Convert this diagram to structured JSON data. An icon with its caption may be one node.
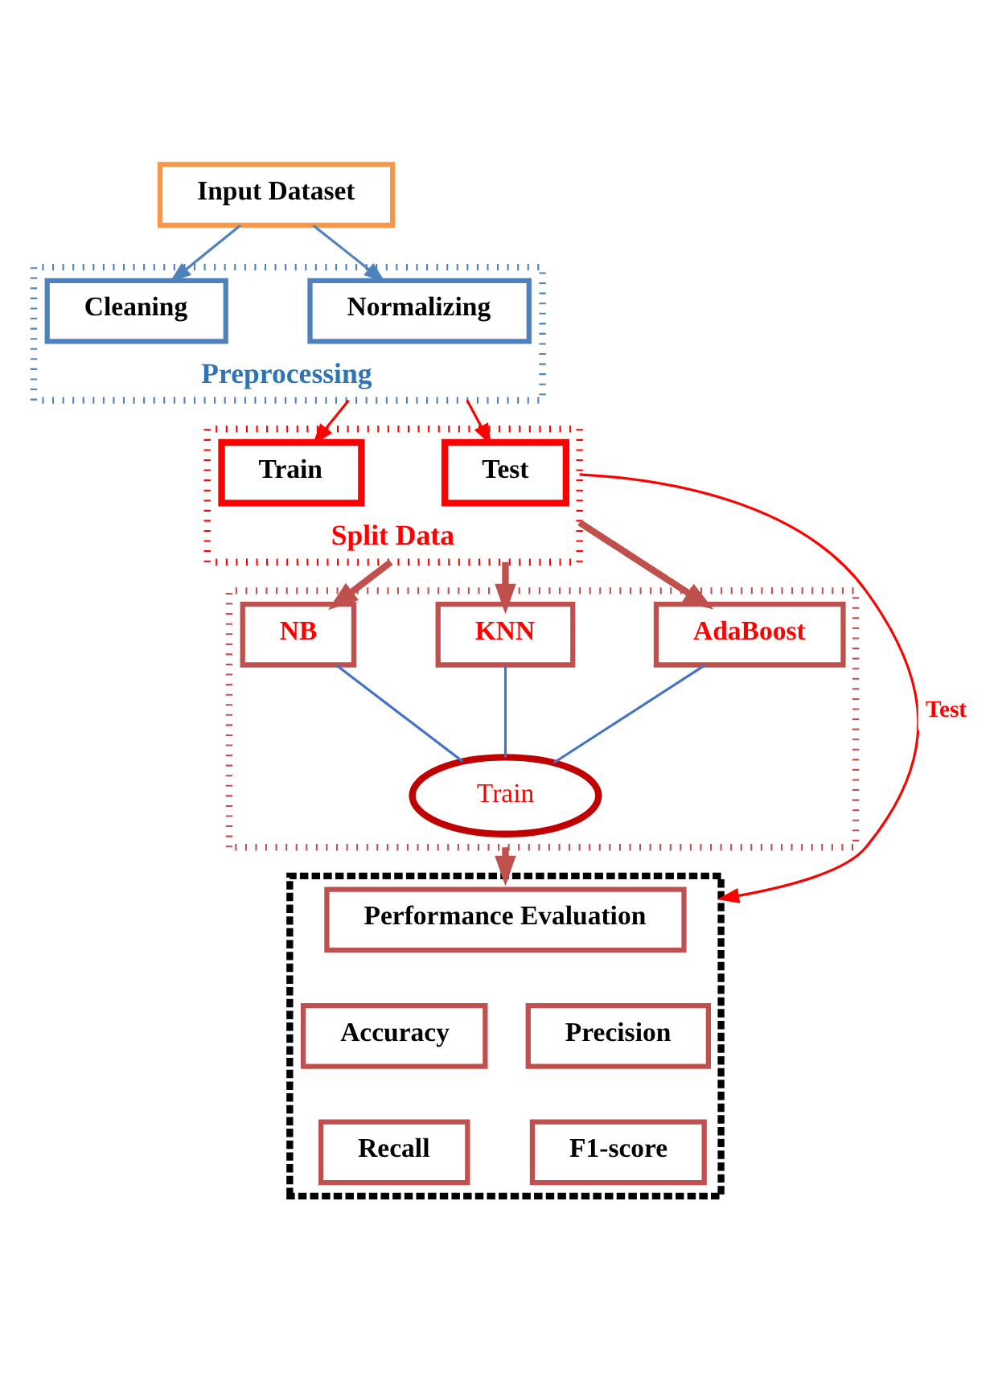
{
  "diagram": {
    "nodes": [
      {
        "text": [
          "Input Dataset"
        ]
      },
      {
        "text": [
          "Preprocessing"
        ]
      },
      {
        "text": [
          "Cleaning"
        ],
        "in": 1
      },
      {
        "text": [
          "Normalizing"
        ],
        "in": 1
      },
      {
        "text": [
          "Split Data"
        ]
      },
      {
        "text": [
          "Train"
        ],
        "in": 4
      },
      {
        "text": [
          "Test"
        ],
        "in": 4
      },
      {
        "text": [],
        "shape": "box"
      },
      {
        "text": [
          "NB"
        ],
        "in": 7
      },
      {
        "text": [
          "KNN"
        ],
        "in": 7
      },
      {
        "text": [
          "AdaBoost"
        ],
        "in": 7
      },
      {
        "text": [
          "Train"
        ],
        "in": 7
      },
      {
        "text": [],
        "shape": "box"
      },
      {
        "text": [
          "Performance Evaluation"
        ],
        "in": 12
      },
      {
        "text": [
          "Accuracy"
        ],
        "in": 12
      },
      {
        "text": [
          "Precision"
        ],
        "in": 12
      },
      {
        "text": [
          "Recall"
        ],
        "in": 12
      },
      {
        "text": [
          "F1-score"
        ],
        "in": 12
      }
    ],
    "edges": [
      {
        "from": 0,
        "to": 2,
        "arrow": "to",
        "color": "#4f81bd"
      },
      {
        "from": 0,
        "to": 3,
        "arrow": "to",
        "color": "#4f81bd"
      },
      {
        "from": 1,
        "to": 5,
        "arrow": "to",
        "color": "#ff0000"
      },
      {
        "from": 1,
        "to": 6,
        "arrow": "to",
        "color": "#ff0000"
      },
      {
        "from": 4,
        "to": 8,
        "arrow": "to",
        "color": "#c0504d",
        "style": "thick"
      },
      {
        "from": 4,
        "to": 9,
        "arrow": "to",
        "color": "#c0504d",
        "style": "thick"
      },
      {
        "from": 4,
        "to": 10,
        "arrow": "to",
        "color": "#c0504d",
        "style": "thick"
      },
      {
        "from": 8,
        "to": 11,
        "arrow": "none",
        "color": "#4472c4"
      },
      {
        "from": 9,
        "to": 11,
        "arrow": "none",
        "color": "#4472c4"
      },
      {
        "from": 10,
        "to": 11,
        "arrow": "none",
        "color": "#4472c4"
      },
      {
        "from": 7,
        "to": 12,
        "arrow": "to",
        "color": "#c0504d",
        "style": "thick"
      },
      {
        "from": 4,
        "to": 12,
        "arrow": "to",
        "label": "Test",
        "color": "#ff0000"
      }
    ]
  }
}
